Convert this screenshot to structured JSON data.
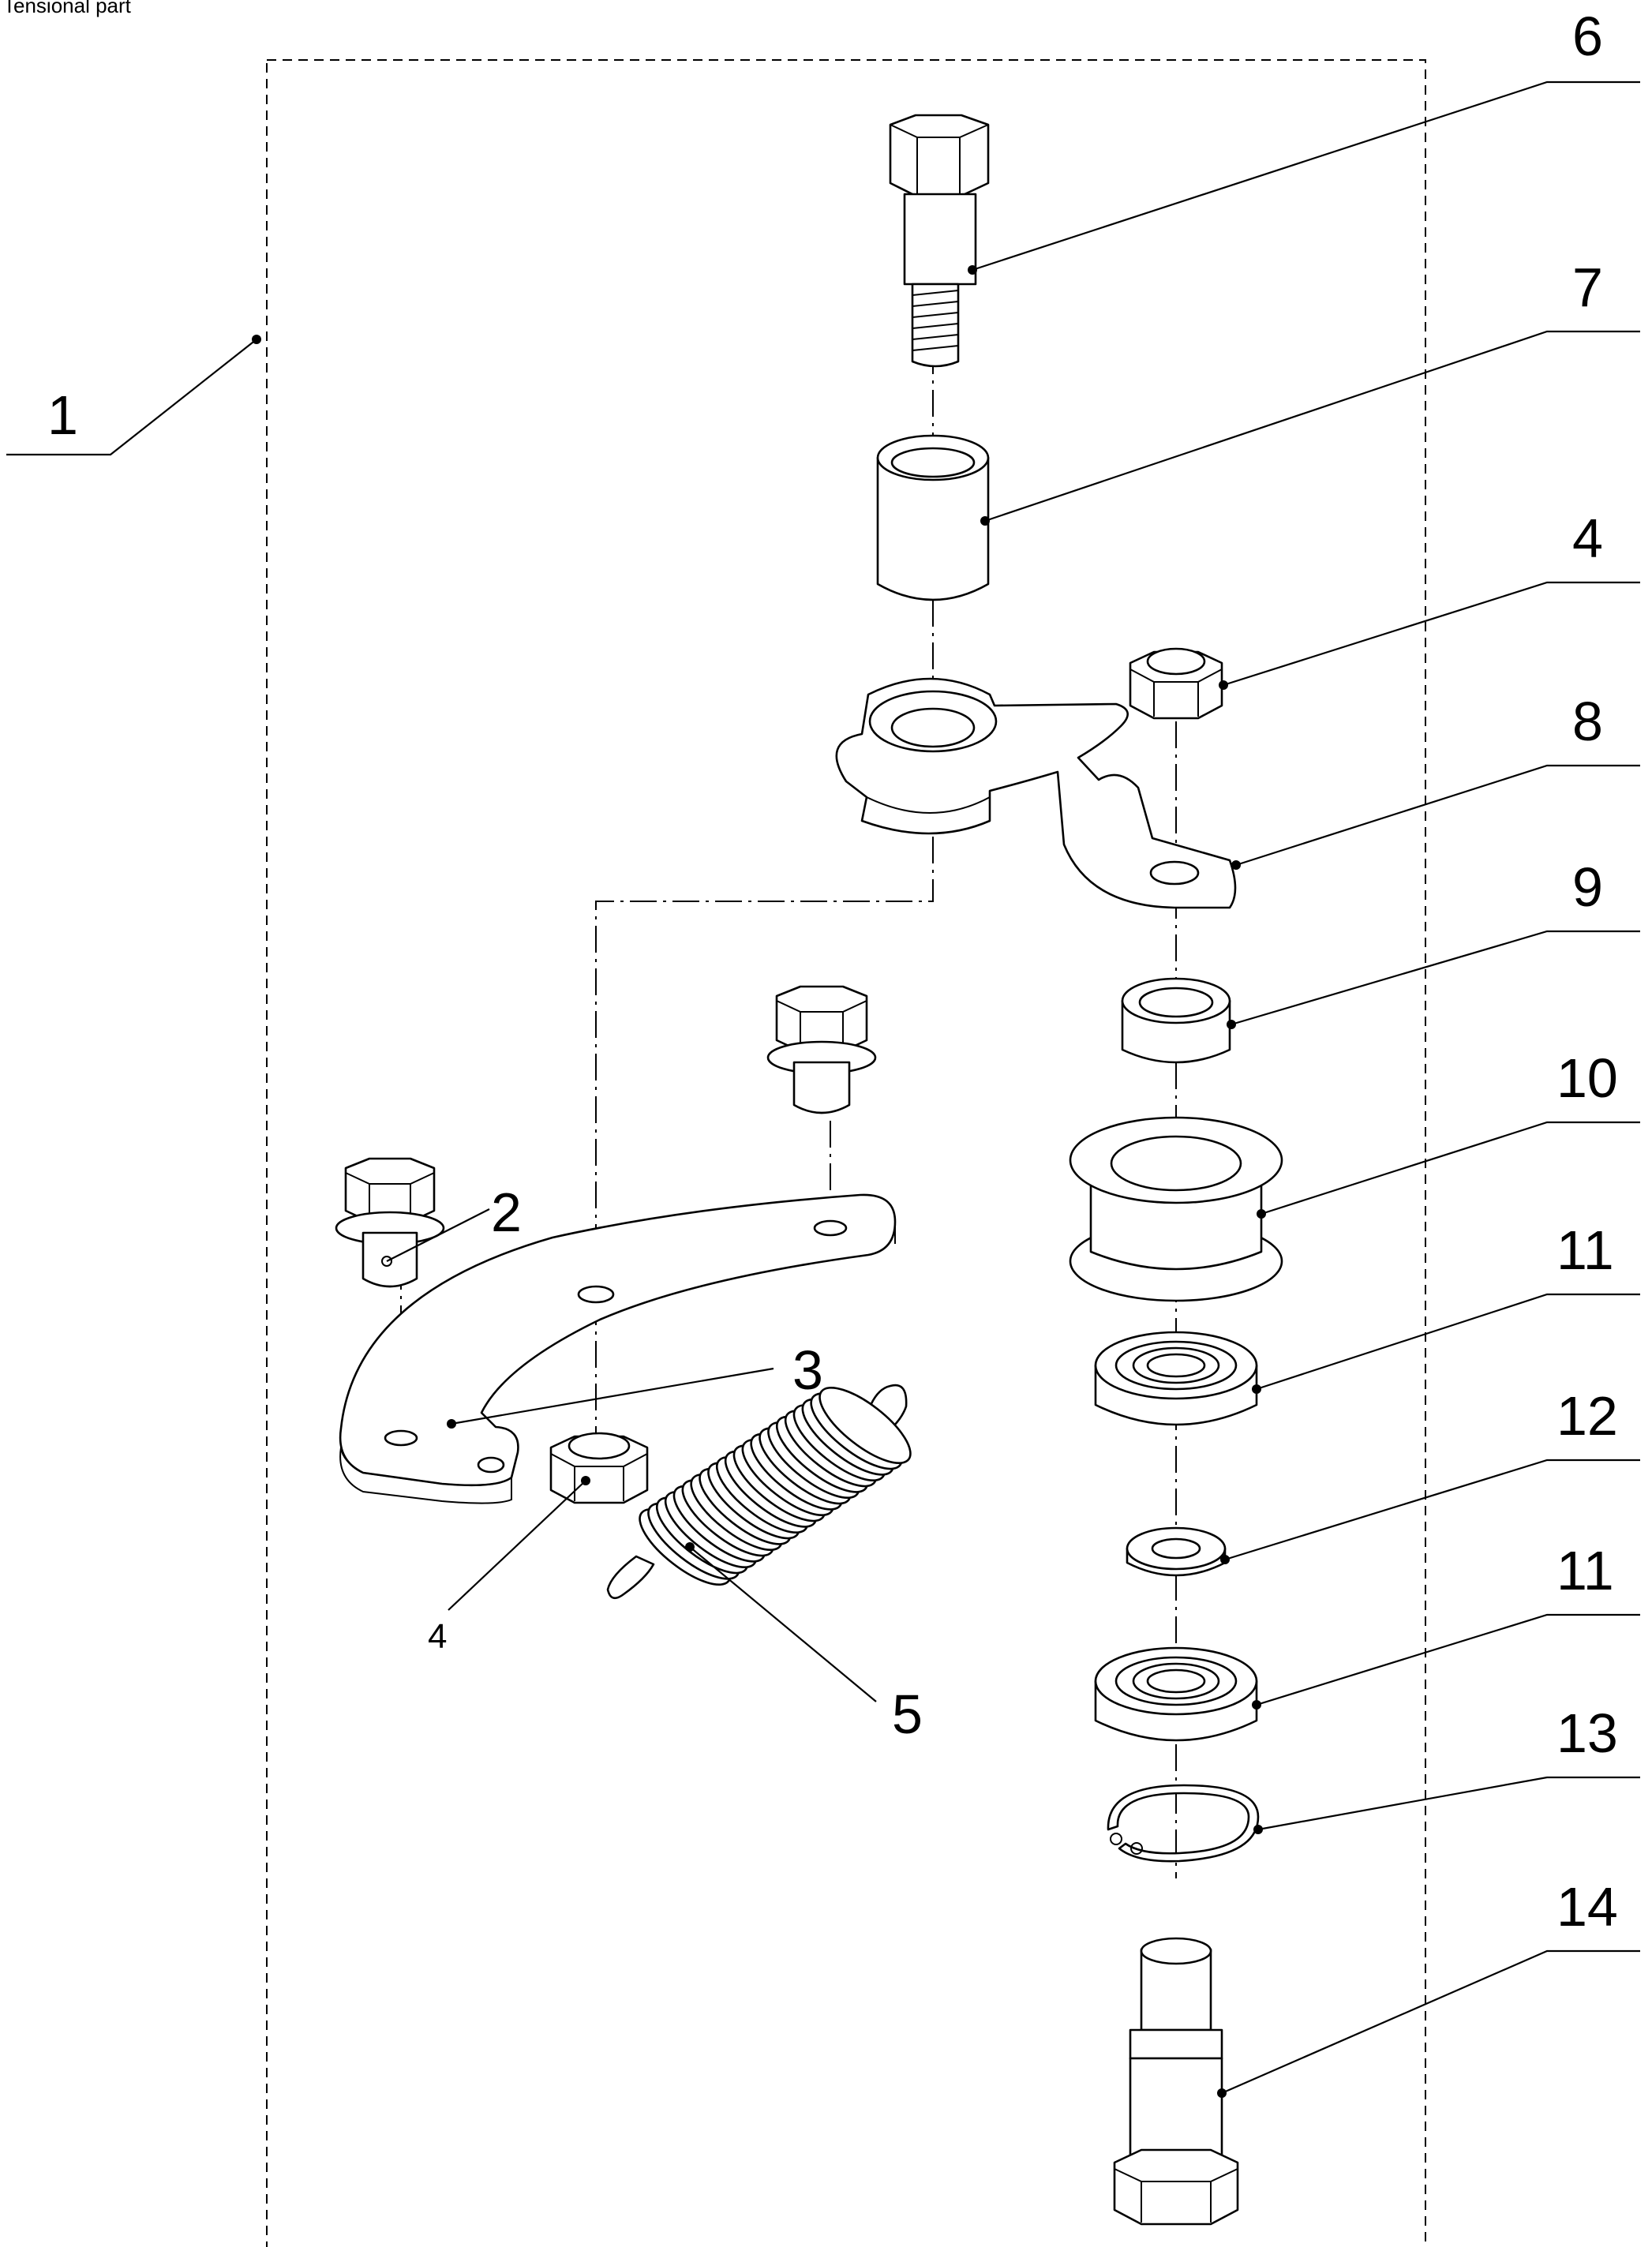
{
  "caption": "Tensional part",
  "callouts": {
    "c1": "1",
    "c2": "2",
    "c3": "3",
    "c4a": "4",
    "c4b": "4",
    "c5": "5",
    "c6": "6",
    "c7": "7",
    "c8": "8",
    "c9": "9",
    "c10": "10",
    "c11a": "11",
    "c11b": "11",
    "c12": "12",
    "c13": "13",
    "c14": "14"
  }
}
